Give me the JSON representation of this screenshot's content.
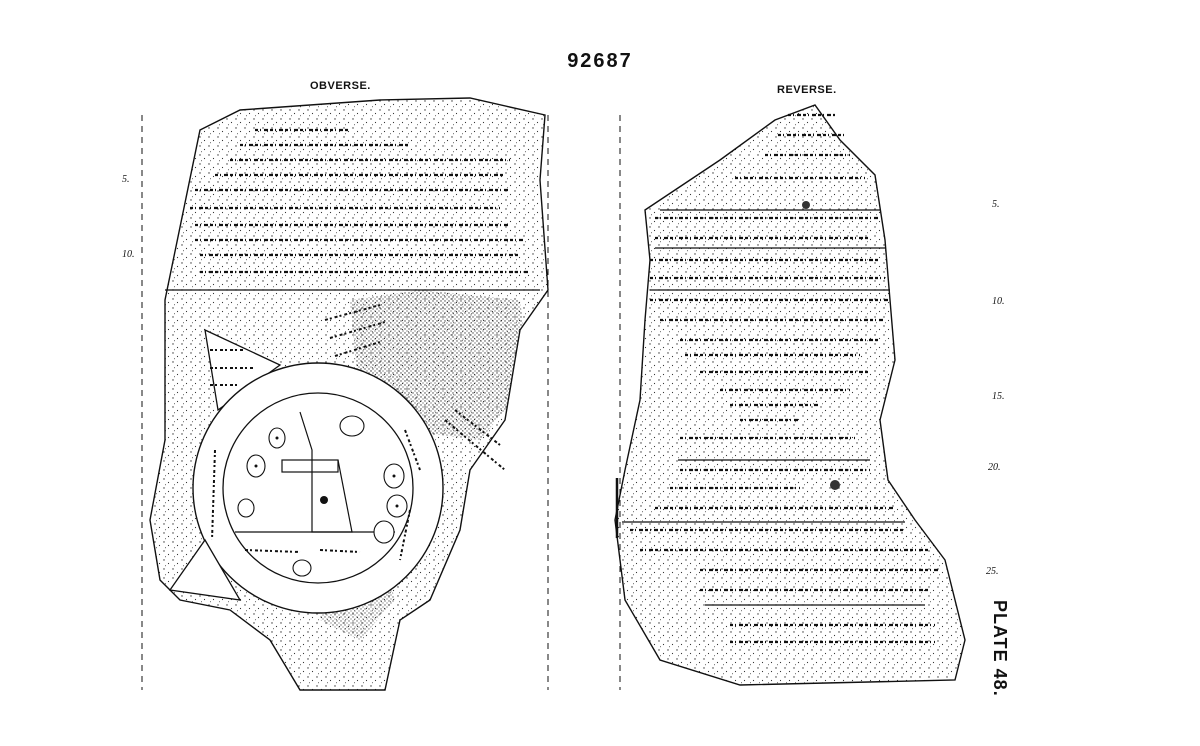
{
  "header": {
    "number": "92687"
  },
  "obverse": {
    "label": "OBVERSE.",
    "line_numbers": [
      "5.",
      "10."
    ]
  },
  "reverse": {
    "label": "REVERSE.",
    "line_numbers": [
      "5.",
      "10.",
      "15.",
      "20.",
      "25."
    ]
  },
  "plate": "PLATE 48."
}
